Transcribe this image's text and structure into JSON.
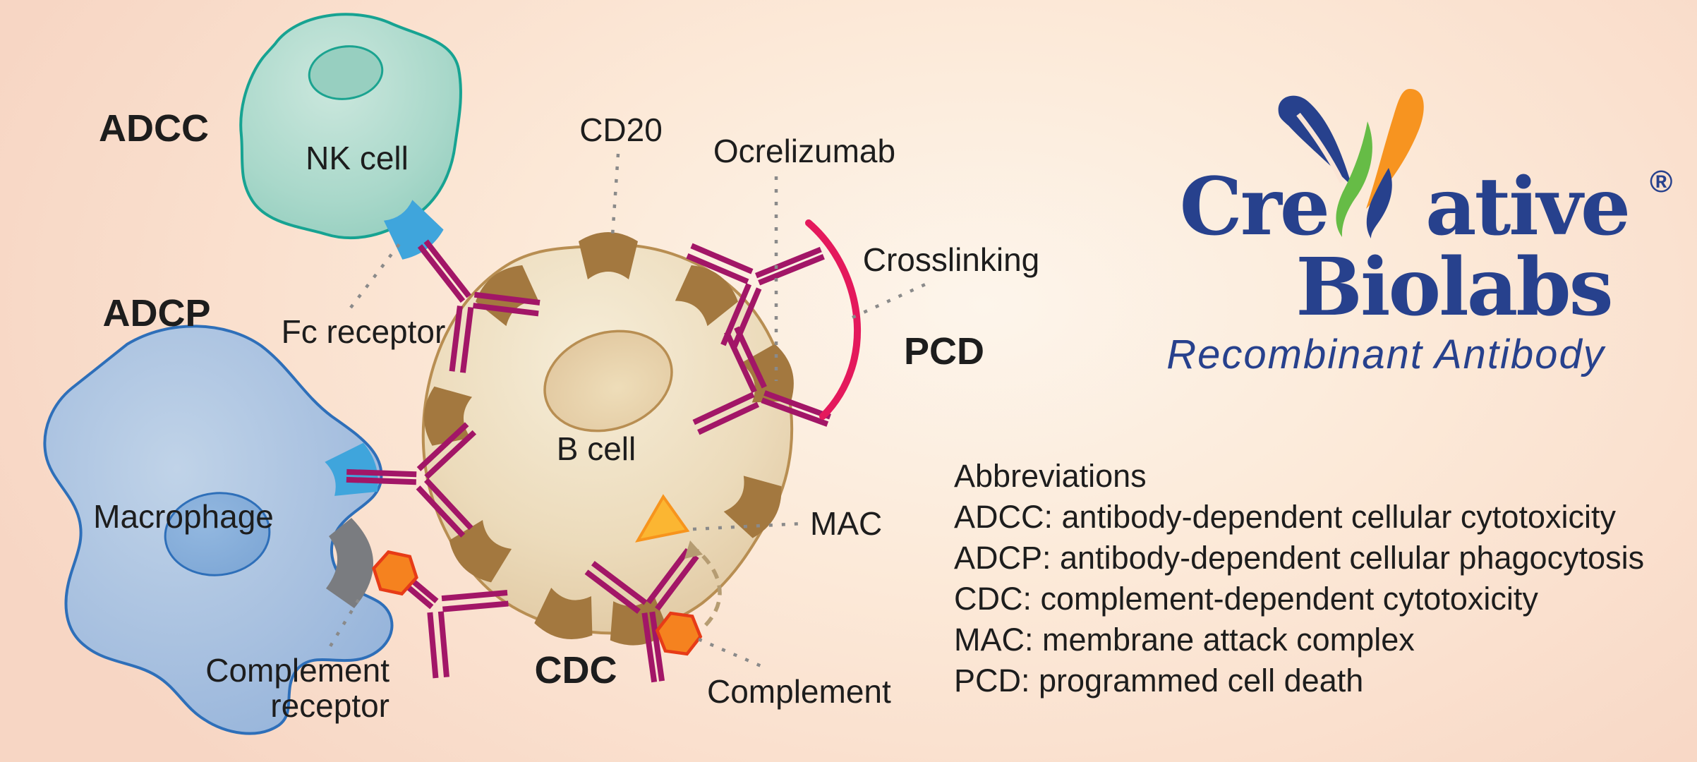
{
  "diagram": {
    "mechanisms": {
      "adcc": "ADCC",
      "adcp": "ADCP",
      "cdc": "CDC",
      "pcd": "PCD"
    },
    "cells": {
      "nk_cell": "NK cell",
      "macrophage": "Macrophage",
      "b_cell": "B cell"
    },
    "labels": {
      "cd20": "CD20",
      "ocrelizumab": "Ocrelizumab",
      "crosslinking": "Crosslinking",
      "fc_receptor": "Fc receptor",
      "complement_receptor_line1": "Complement",
      "complement_receptor_line2": "receptor",
      "mac": "MAC",
      "complement": "Complement"
    },
    "colors": {
      "antibody": "#A21667",
      "crosslink_arc": "#E4195C",
      "nk_cell": "#9ED3C4",
      "macrophage": "#A9C2E0",
      "b_cell": "#E9D4AE",
      "cd20": "#A3783F",
      "fc_receptor": "#3FA5DC",
      "complement": "#F5821F",
      "complement_receptor": "#7A7C80",
      "mac_triangle": "#FBB632"
    }
  },
  "logo": {
    "brand_prefix": "Cre",
    "brand_suffix": "ative",
    "brand_word2": "Biolabs",
    "registered": "®",
    "tagline": "Recombinant Antibody",
    "navy": "#27418D",
    "green": "#66BC46",
    "orange": "#F79420"
  },
  "abbreviations": {
    "title": "Abbreviations",
    "items": [
      "ADCC: antibody-dependent cellular cytotoxicity",
      "ADCP: antibody-dependent cellular phagocytosis",
      "CDC: complement-dependent cytotoxicity",
      "MAC: membrane attack complex",
      "PCD: programmed cell death"
    ]
  }
}
